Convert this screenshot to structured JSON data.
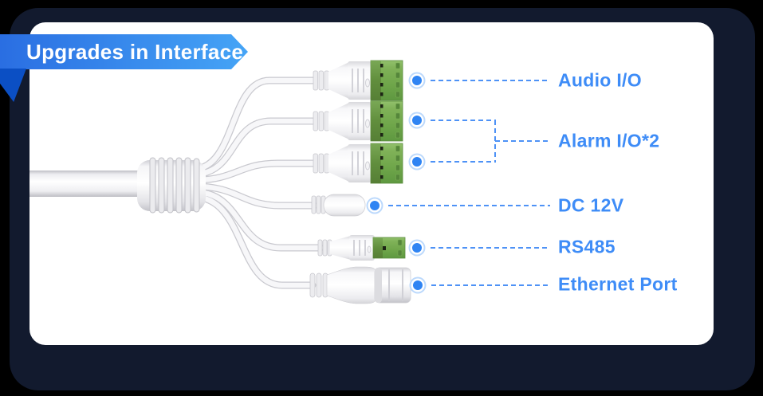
{
  "ribbon": {
    "label": "Upgrades in Interface"
  },
  "diagram": {
    "ports": [
      {
        "name": "Audio I/O",
        "connector": "terminal-block-4pin"
      },
      {
        "name": "Alarm I/O*2",
        "connector": "terminal-block-4pin-x2"
      },
      {
        "name": "DC 12V",
        "connector": "dc-barrel-jack"
      },
      {
        "name": "RS485",
        "connector": "terminal-block-2pin"
      },
      {
        "name": "Ethernet Port",
        "connector": "rj45-connector"
      }
    ]
  },
  "colors": {
    "accent_label": "#3e8cf7",
    "callout_line": "#4e92f6",
    "dot_fill": "#2f84f3",
    "dot_ring": "#bcd9fc",
    "ribbon_gradient_start": "#2a6ee2",
    "ribbon_gradient_end": "#45a4f6",
    "ribbon_fold": "#0b4fc4",
    "backdrop": "#121a2e",
    "card": "#ffffff",
    "terminal_green": "#6fa64a"
  }
}
